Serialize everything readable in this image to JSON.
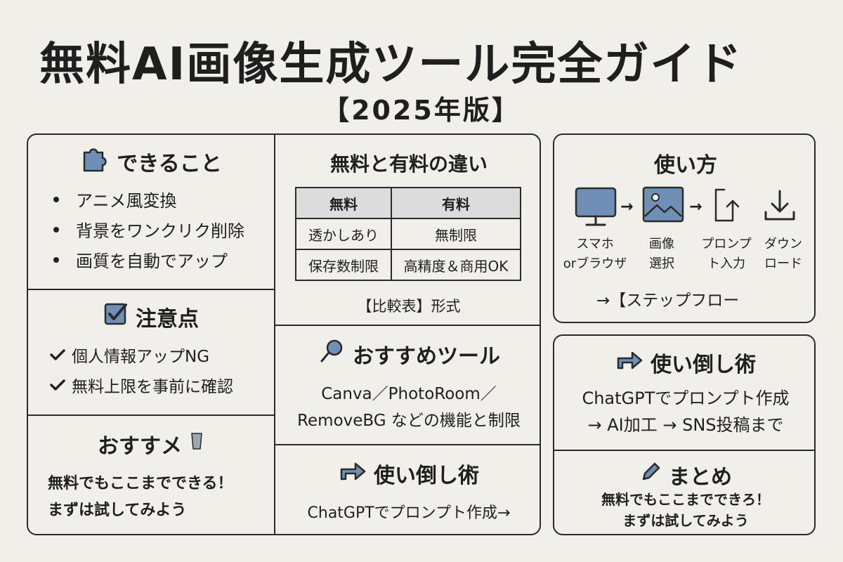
{
  "header": {
    "title": "無料AI画像生成ツール完全ガイド",
    "subtitle": "【2025年版】"
  },
  "can_do": {
    "heading": "できること",
    "items": [
      "アニメ風変換",
      "背景をワンクリク削除",
      "画質を自動でアップ"
    ]
  },
  "cautions": {
    "heading": "注意点",
    "items": [
      "個人情報アップNG",
      "無料上限を事前に確認"
    ]
  },
  "recommend_summary": {
    "heading": "おすすメ",
    "lines": [
      "無料でもここまでできる！",
      "まずは試してみよう"
    ]
  },
  "comparison": {
    "heading": "無料と有料の違い",
    "columns": [
      "無料",
      "有料"
    ],
    "rows": [
      [
        "透かしあり",
        "無制限"
      ],
      [
        "保存数制限",
        "高精度＆商用OK"
      ]
    ],
    "caption": "【比較表】形式"
  },
  "tools": {
    "heading": "おすすめツール",
    "lines": [
      "Canva／PhotoRoom／",
      "RemoveBG などの機能と制限"
    ]
  },
  "tips_left": {
    "heading": "使い倒し術",
    "line": "ChatGPTでプロンプト作成→"
  },
  "how_to": {
    "heading": "使い方",
    "steps": [
      {
        "icon": "monitor-icon",
        "line1": "スマホ",
        "line2": "orブラウザ"
      },
      {
        "icon": "image-icon",
        "line1": "画像",
        "line2": "選択"
      },
      {
        "icon": "prompt-icon",
        "line1": "プロンプ",
        "line2": "ト入力"
      },
      {
        "icon": "download-icon",
        "line1": "ダウン",
        "line2": "ロード"
      }
    ],
    "arrow": "→",
    "caption": "→【ステップフロー"
  },
  "tips_right": {
    "heading": "使い倒し術",
    "lines": [
      "ChatGPTでプロンプト作成",
      "→ AI加工 → SNS投稿まで"
    ]
  },
  "summary": {
    "heading": "まとめ",
    "lines": [
      "無料でもここまでできろ！",
      "まずは試してみよう"
    ]
  },
  "colors": {
    "accent_blue": "#6f8fb6",
    "border": "#2a2a2a",
    "background": "#f1efea"
  }
}
